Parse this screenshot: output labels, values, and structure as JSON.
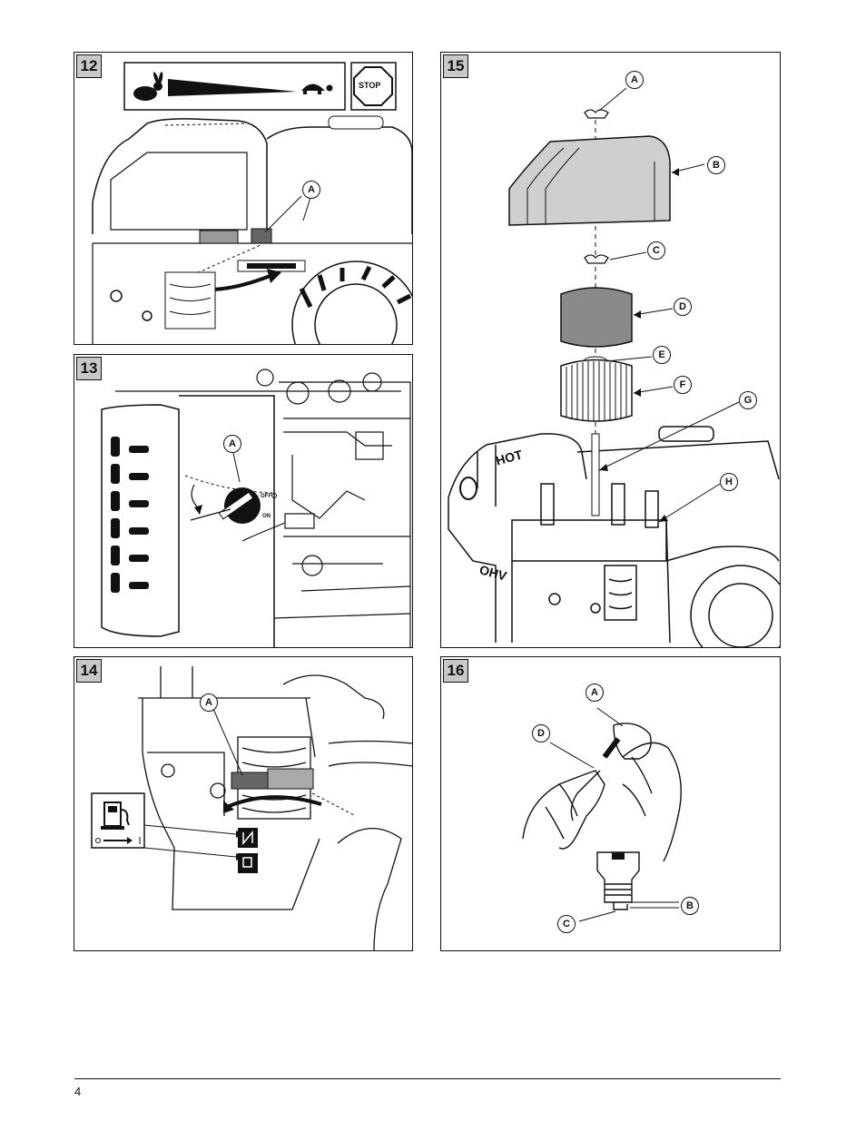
{
  "page_number": "4",
  "figures": [
    {
      "number": "12",
      "callouts": [
        "A"
      ],
      "stop_sign_text": "STOP"
    },
    {
      "number": "13",
      "callouts": [
        "A"
      ],
      "labels": {
        "off": "OFF",
        "on": "ON"
      }
    },
    {
      "number": "14",
      "callouts": [
        "A"
      ]
    },
    {
      "number": "15",
      "callouts": [
        "A",
        "B",
        "C",
        "D",
        "E",
        "F",
        "G",
        "H"
      ],
      "decals": {
        "hot": "HOT",
        "ohv": "OHV"
      }
    },
    {
      "number": "16",
      "callouts": [
        "A",
        "B",
        "C",
        "D"
      ]
    }
  ],
  "icons": [
    "rabbit-icon",
    "turtle-icon",
    "stop-sign-icon",
    "fuel-pump-icon",
    "choke-icon",
    "fuel-valve-icon"
  ]
}
